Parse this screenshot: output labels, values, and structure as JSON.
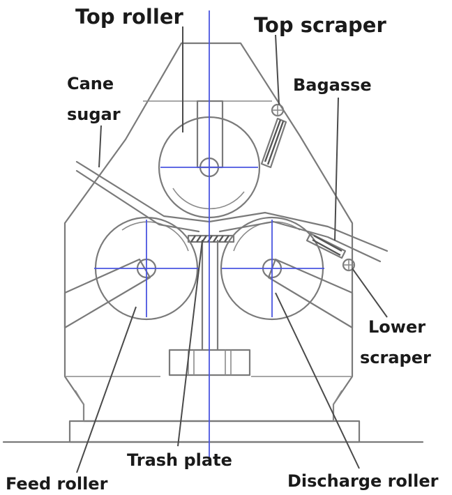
{
  "labels": {
    "top_roller": "Top roller",
    "top_scraper": "Top scraper",
    "cane_line1": "Cane",
    "cane_line2": "sugar",
    "bagasse": "Bagasse",
    "lower_line1": "Lower",
    "lower_line2": "scraper",
    "trash_plate": "Trash plate",
    "feed_roller": "Feed roller",
    "discharge_roller": "Discharge roller"
  },
  "colors": {
    "outline": "#7a7a7a",
    "centerlines": "#4a55e0",
    "text": "#1a1a1a"
  }
}
